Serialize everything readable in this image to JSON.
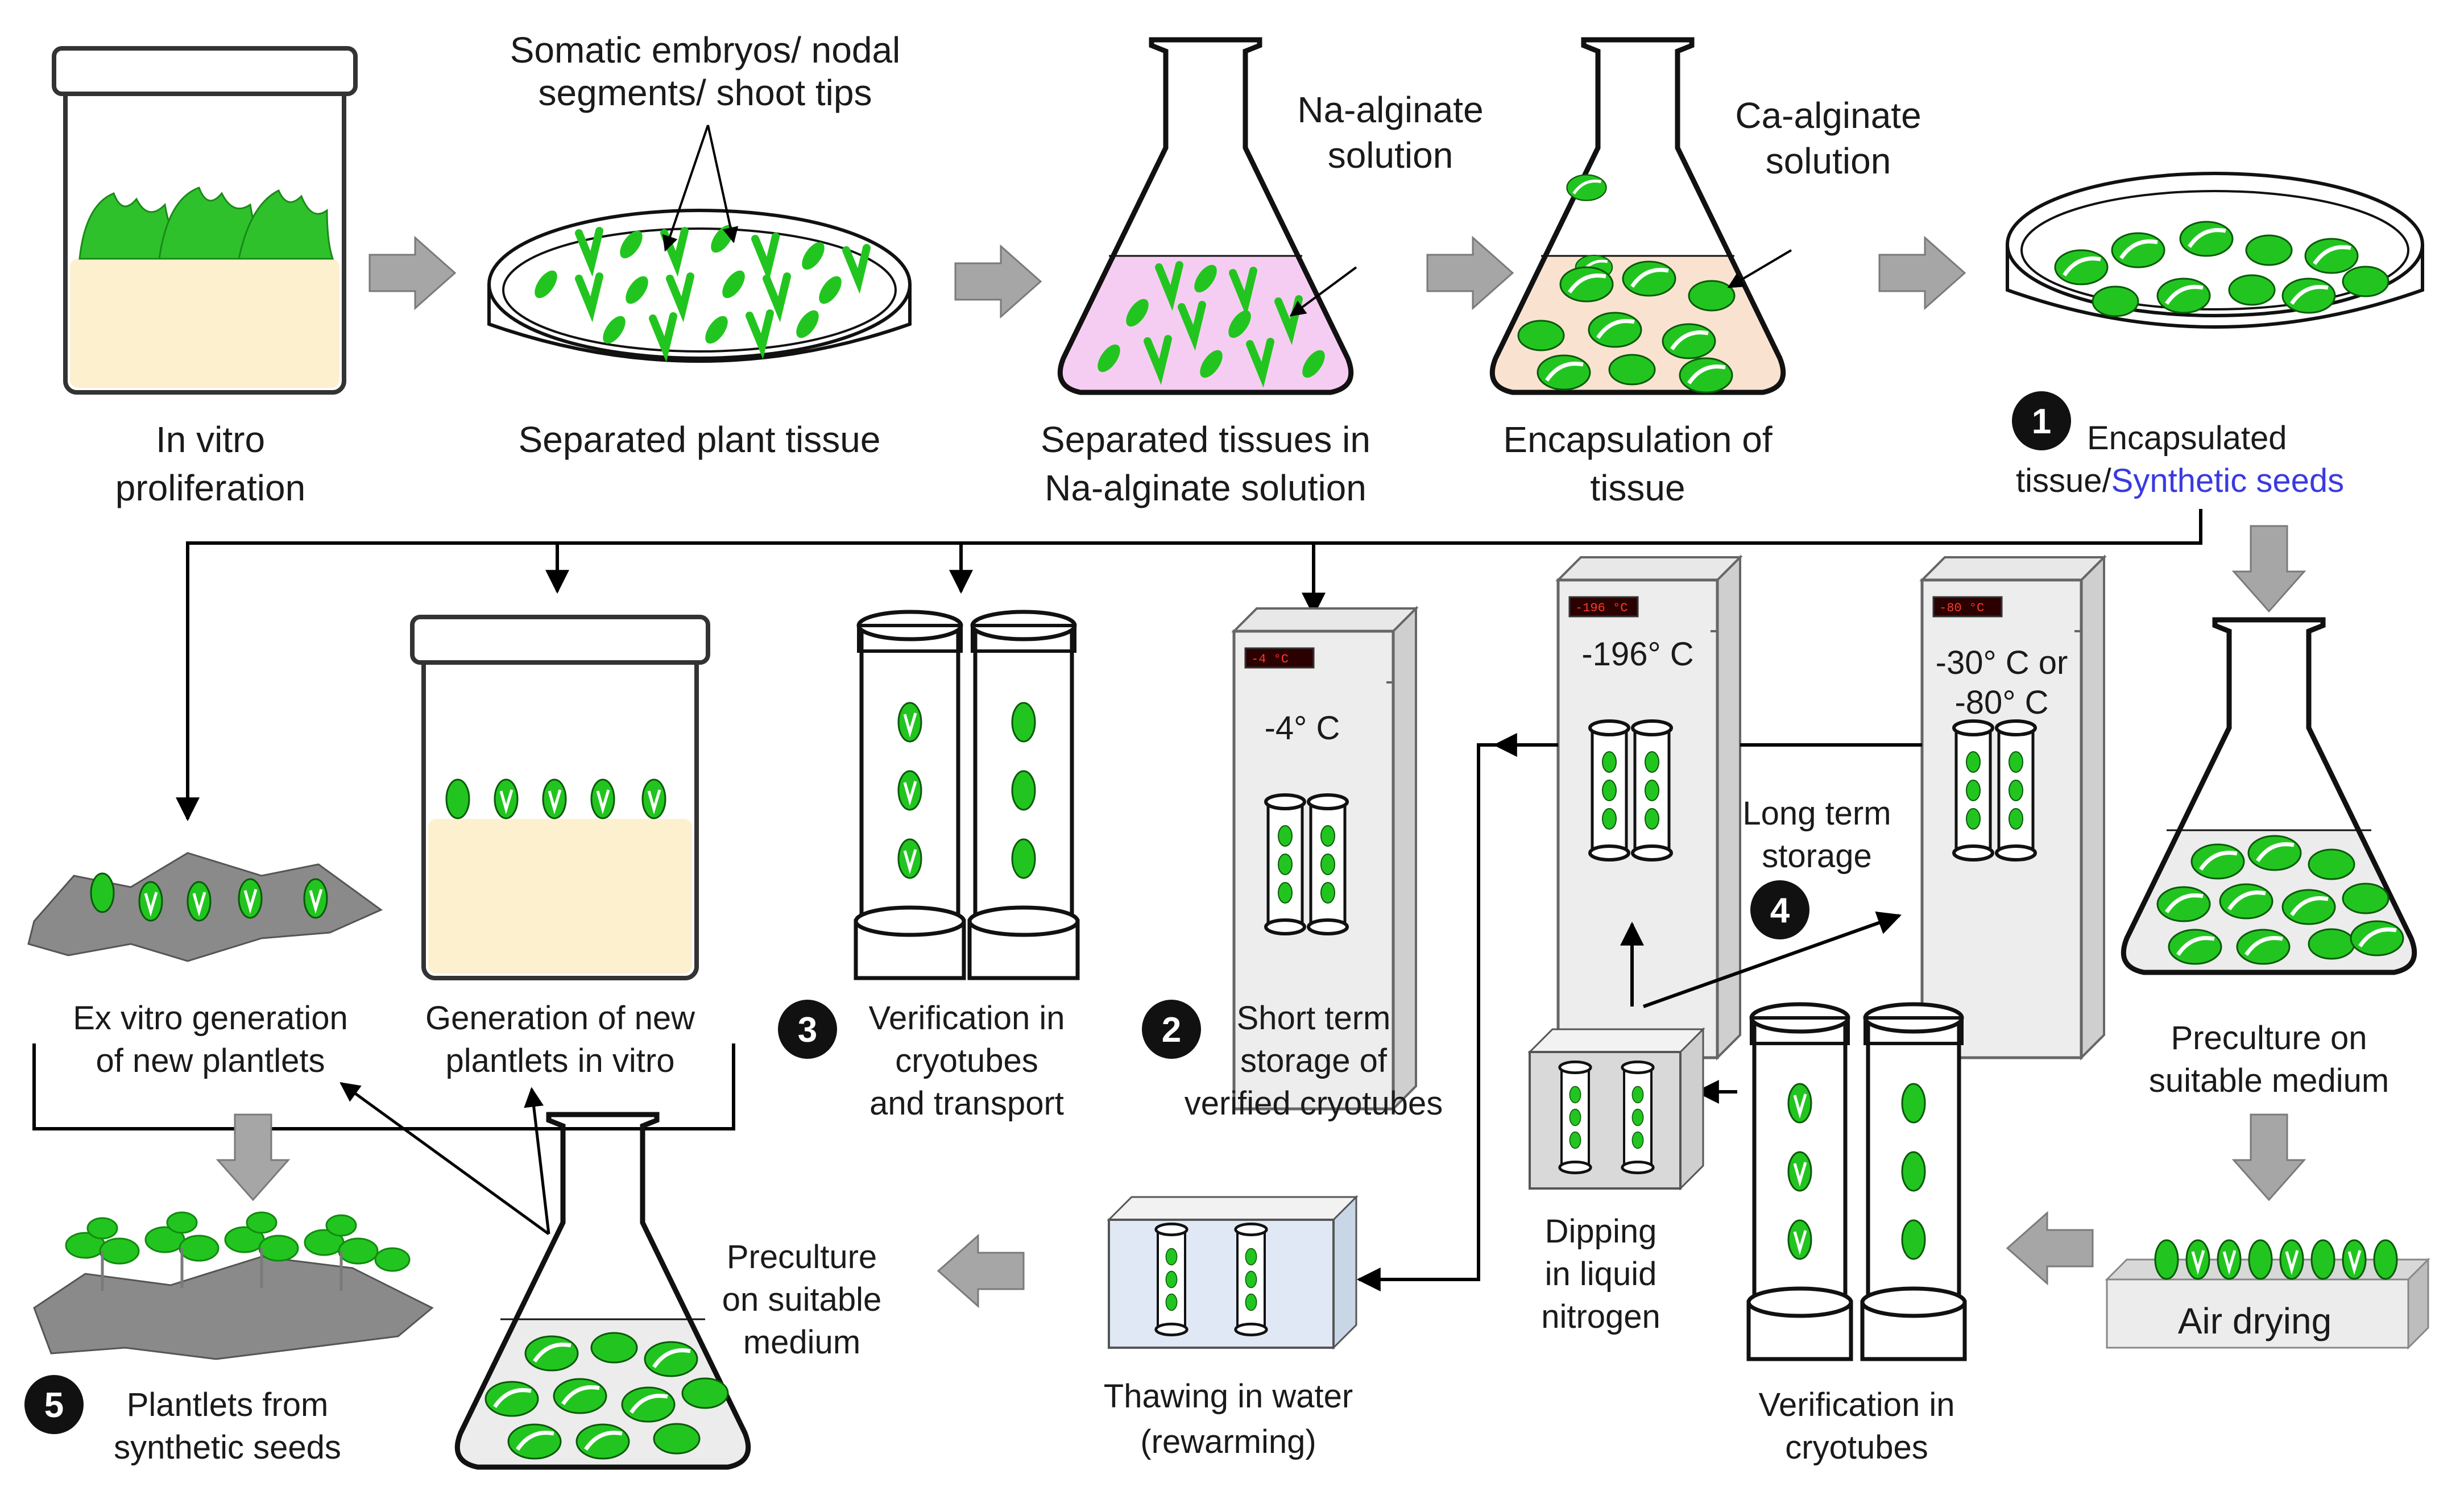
{
  "labels": {
    "in_vitro_1": "In vitro",
    "in_vitro_2": "proliferation",
    "somatic_1": "Somatic embryos/ nodal",
    "somatic_2": "segments/ shoot tips",
    "separated_plant": "Separated plant tissue",
    "sep_in_na_1": "Separated tissues in",
    "sep_in_na_2": "Na-alginate solution",
    "na_sol_1": "Na-alginate",
    "na_sol_2": "solution",
    "ca_sol_1": "Ca-alginate",
    "ca_sol_2": "solution",
    "encaps_1": "Encapsulation of",
    "encaps_2": "tissue",
    "encapsulated_1": "Encapsulated",
    "encapsulated_2a": "tissue/",
    "encapsulated_2b": "Synthetic seeds",
    "ex_vitro_1": "Ex vitro generation",
    "ex_vitro_2": "of new plantlets",
    "gen_in_vitro_1": "Generation of new",
    "gen_in_vitro_2": "plantlets in vitro",
    "verif_transport_1": "Verification in",
    "verif_transport_2": "cryotubes",
    "verif_transport_3": "and transport",
    "short_term_1": "Short term",
    "short_term_2": "storage of",
    "short_term_3": "verified cryotubes",
    "temp_minus4": "-4° C",
    "temp_minus196": "-196° C",
    "temp_minus30_1": "-30° C or",
    "temp_minus30_2": "-80° C",
    "long_term_1": "Long term",
    "long_term_2": "storage",
    "preculture_1": "Preculture on",
    "preculture_2": "suitable medium",
    "air_drying": "Air drying",
    "dipping_1": "Dipping",
    "dipping_2": "in liquid",
    "dipping_3": "nitrogen",
    "verif_cryo_1": "Verification in",
    "verif_cryo_2": "cryotubes",
    "thawing_1": "Thawing in water",
    "thawing_2": "(rewarming)",
    "preculture2_1": "Preculture",
    "preculture2_2": "on suitable",
    "preculture2_3": "medium",
    "plantlets_1": "Plantlets from",
    "plantlets_2": "synthetic seeds"
  },
  "step_numbers": {
    "n1": "1",
    "n2": "2",
    "n3": "3",
    "n4": "4",
    "n5": "5"
  },
  "displays": {
    "d1": "-4 °C",
    "d2": "-196 °C",
    "d3": "-80 °C"
  },
  "colors": {
    "green": "#22c51f",
    "medium": "#fdf0cf",
    "na_alginate": "#f6cdf2",
    "ca_alginate": "#f9e3d0",
    "arrow_gray": "#a6a6a6",
    "accent_blue": "#3a3ae0"
  },
  "icons": [
    "jar-icon",
    "petri-dish-icon",
    "flask-icon",
    "cryotube-icon",
    "freezer-icon",
    "water-bath-icon",
    "plantlet-icon"
  ]
}
